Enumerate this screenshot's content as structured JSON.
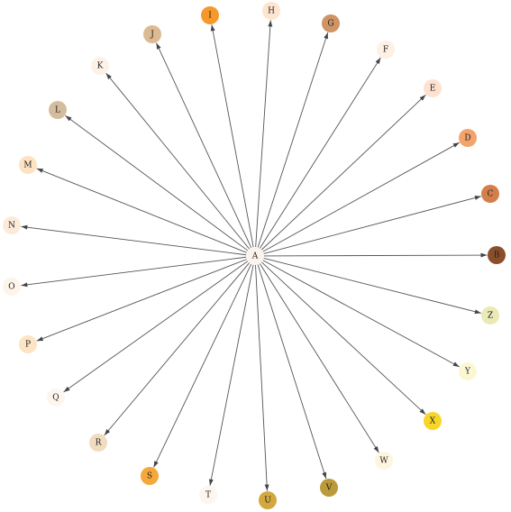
{
  "graph": {
    "type": "star-directed",
    "hub": {
      "id": "A",
      "label": "A",
      "color": "#fdf3ee"
    },
    "nodes": [
      {
        "id": "B",
        "label": "B",
        "color": "#8b4e2a"
      },
      {
        "id": "C",
        "label": "C",
        "color": "#d47e4c"
      },
      {
        "id": "D",
        "label": "D",
        "color": "#f2a46c"
      },
      {
        "id": "E",
        "label": "E",
        "color": "#fde2cf"
      },
      {
        "id": "F",
        "label": "F",
        "color": "#fdf1e4"
      },
      {
        "id": "G",
        "label": "G",
        "color": "#cf9364"
      },
      {
        "id": "H",
        "label": "H",
        "color": "#fde5cf"
      },
      {
        "id": "I",
        "label": "I",
        "color": "#f7982a"
      },
      {
        "id": "J",
        "label": "J",
        "color": "#dcbb92"
      },
      {
        "id": "K",
        "label": "K",
        "color": "#fdf2e8"
      },
      {
        "id": "L",
        "label": "L",
        "color": "#d4bd9e"
      },
      {
        "id": "M",
        "label": "M",
        "color": "#fde3c2"
      },
      {
        "id": "N",
        "label": "N",
        "color": "#fdebd9"
      },
      {
        "id": "O",
        "label": "O",
        "color": "#fdf4ea"
      },
      {
        "id": "P",
        "label": "P",
        "color": "#fde4c4"
      },
      {
        "id": "Q",
        "label": "Q",
        "color": "#fdf6ef"
      },
      {
        "id": "R",
        "label": "R",
        "color": "#f1dcc0"
      },
      {
        "id": "S",
        "label": "S",
        "color": "#f5a83a"
      },
      {
        "id": "T",
        "label": "T",
        "color": "#fdf6ee"
      },
      {
        "id": "U",
        "label": "U",
        "color": "#d2a83f"
      },
      {
        "id": "V",
        "label": "V",
        "color": "#bb9a3c"
      },
      {
        "id": "W",
        "label": "W",
        "color": "#fdf5de"
      },
      {
        "id": "X",
        "label": "X",
        "color": "#f7d629"
      },
      {
        "id": "Y",
        "label": "Y",
        "color": "#fbf7d2"
      },
      {
        "id": "Z",
        "label": "Z",
        "color": "#ebe9b5"
      }
    ],
    "edge_color": "#555555"
  }
}
